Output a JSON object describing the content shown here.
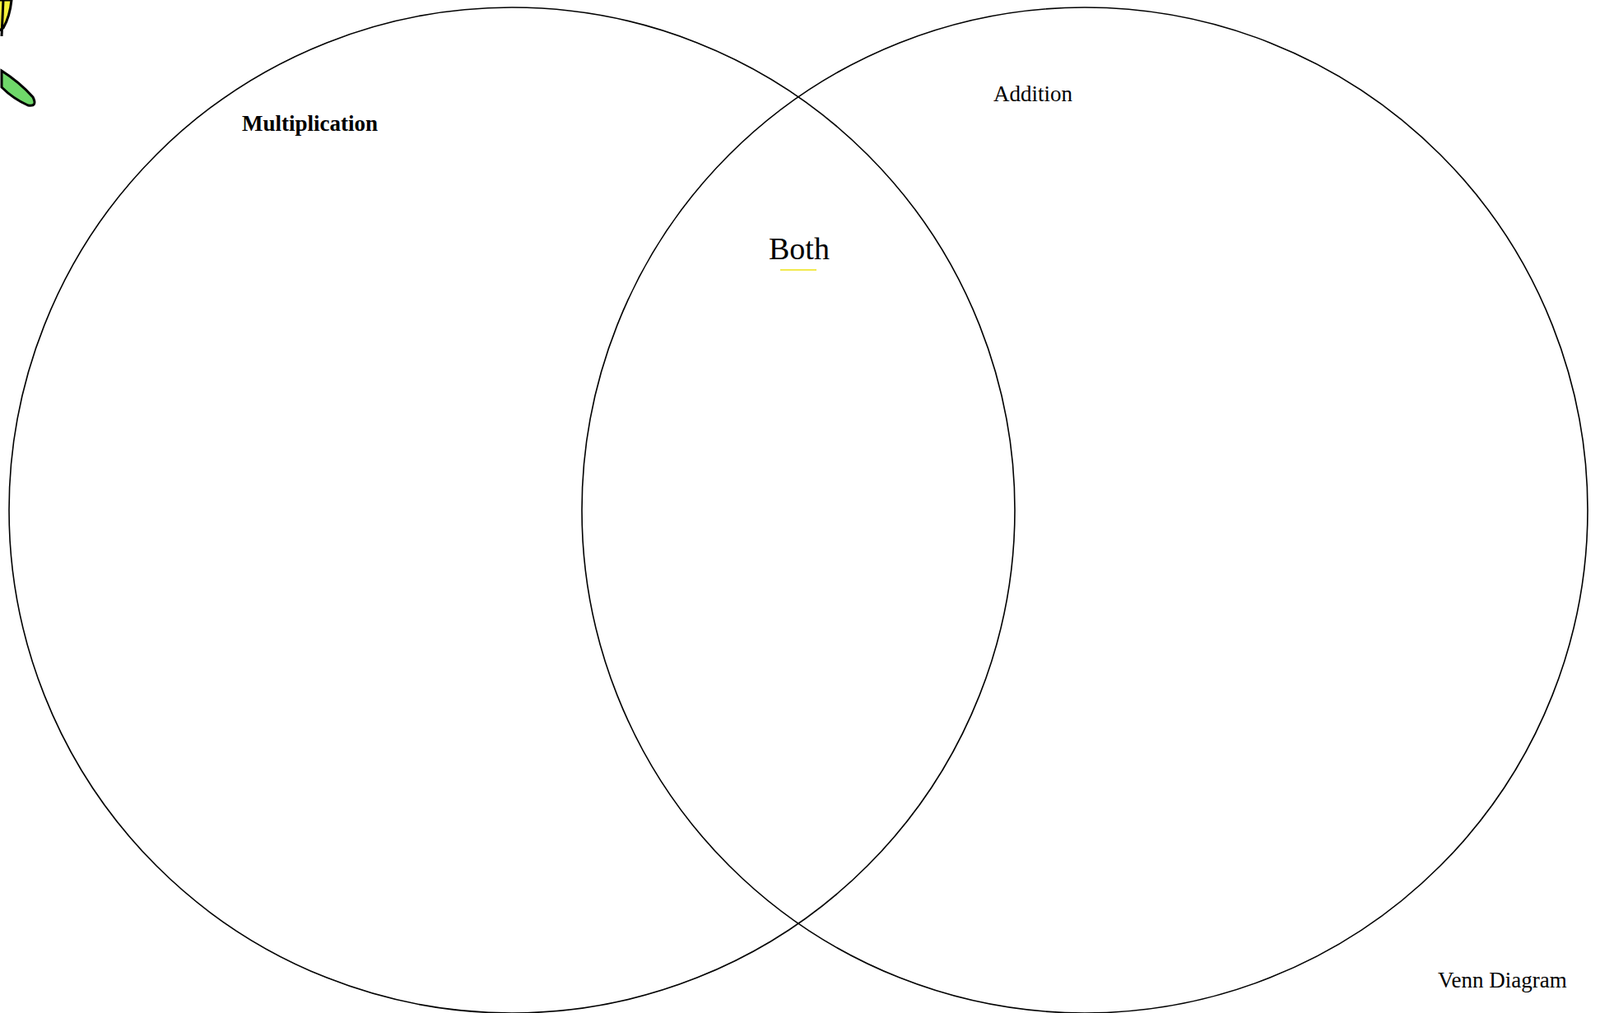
{
  "diagram": {
    "caption": "Venn Diagram",
    "nodes": [
      {
        "text": [
          "Multiplication"
        ]
      },
      {
        "text": [
          "Addition"
        ]
      }
    ],
    "labels": [
      "Both"
    ]
  }
}
